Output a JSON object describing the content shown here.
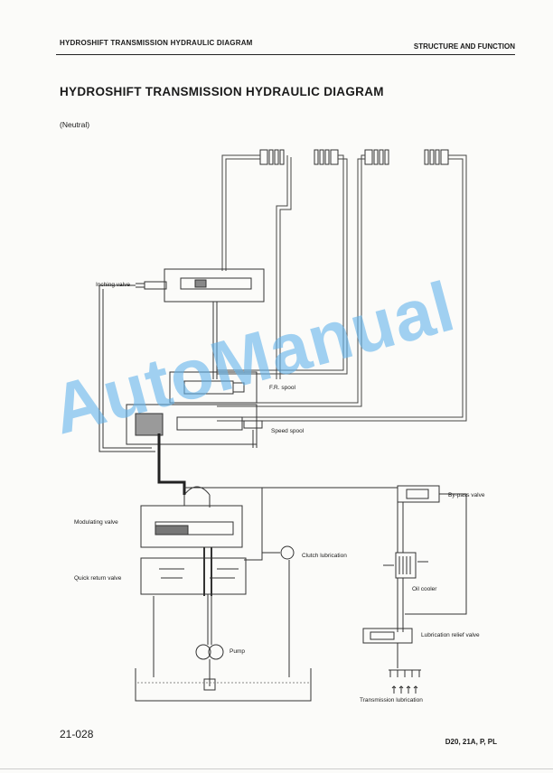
{
  "header": {
    "left": "HYDROSHIFT TRANSMISSION HYDRAULIC DIAGRAM",
    "right": "STRUCTURE AND FUNCTION"
  },
  "title": "HYDROSHIFT TRANSMISSION HYDRAULIC DIAGRAM",
  "subtitle": "(Neutral)",
  "labels": {
    "inching_valve": "Inching valve",
    "fr_spool": "F.R. spool",
    "speed_spool": "Speed spool",
    "bypass_valve": "By-pass valve",
    "modulating_valve": "Modulating valve",
    "clutch_lubrication": "Clutch lubrication",
    "quick_return_valve": "Quick return valve",
    "oil_cooler": "Oil cooler",
    "pump": "Pump",
    "lubrication_relief_valve": "Lubrication relief valve",
    "transmission_lubrication": "Transmission lubrication"
  },
  "footer": {
    "page_number": "21-028",
    "model": "D20, 21A, P, PL"
  },
  "watermark": "AutoManual",
  "colors": {
    "watermark": "#64b4eb"
  }
}
